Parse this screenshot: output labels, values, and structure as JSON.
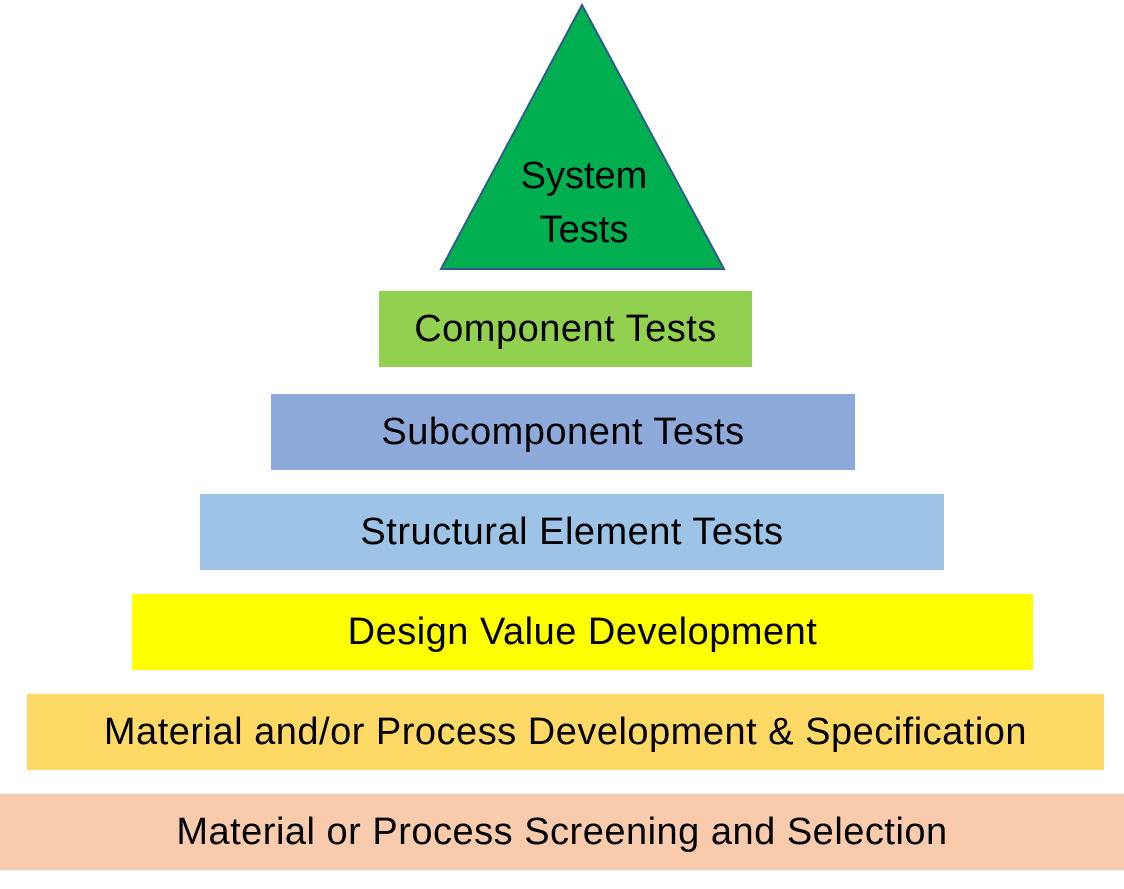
{
  "pyramid": {
    "apex": {
      "line1": "System",
      "line2": "Tests",
      "fill": "#00b050",
      "stroke": "#2e5b8a"
    },
    "tiers": [
      {
        "label": "Component Tests",
        "color": "#92d050"
      },
      {
        "label": "Subcomponent Tests",
        "color": "#8eaadb"
      },
      {
        "label": "Structural Element Tests",
        "color": "#9dc3e6"
      },
      {
        "label": "Design Value Development",
        "color": "#ffff00"
      },
      {
        "label": "Material and/or Process Development & Specification",
        "color": "#ffd966"
      },
      {
        "label": "Material or Process Screening and Selection",
        "color": "#f8cbad"
      }
    ]
  }
}
